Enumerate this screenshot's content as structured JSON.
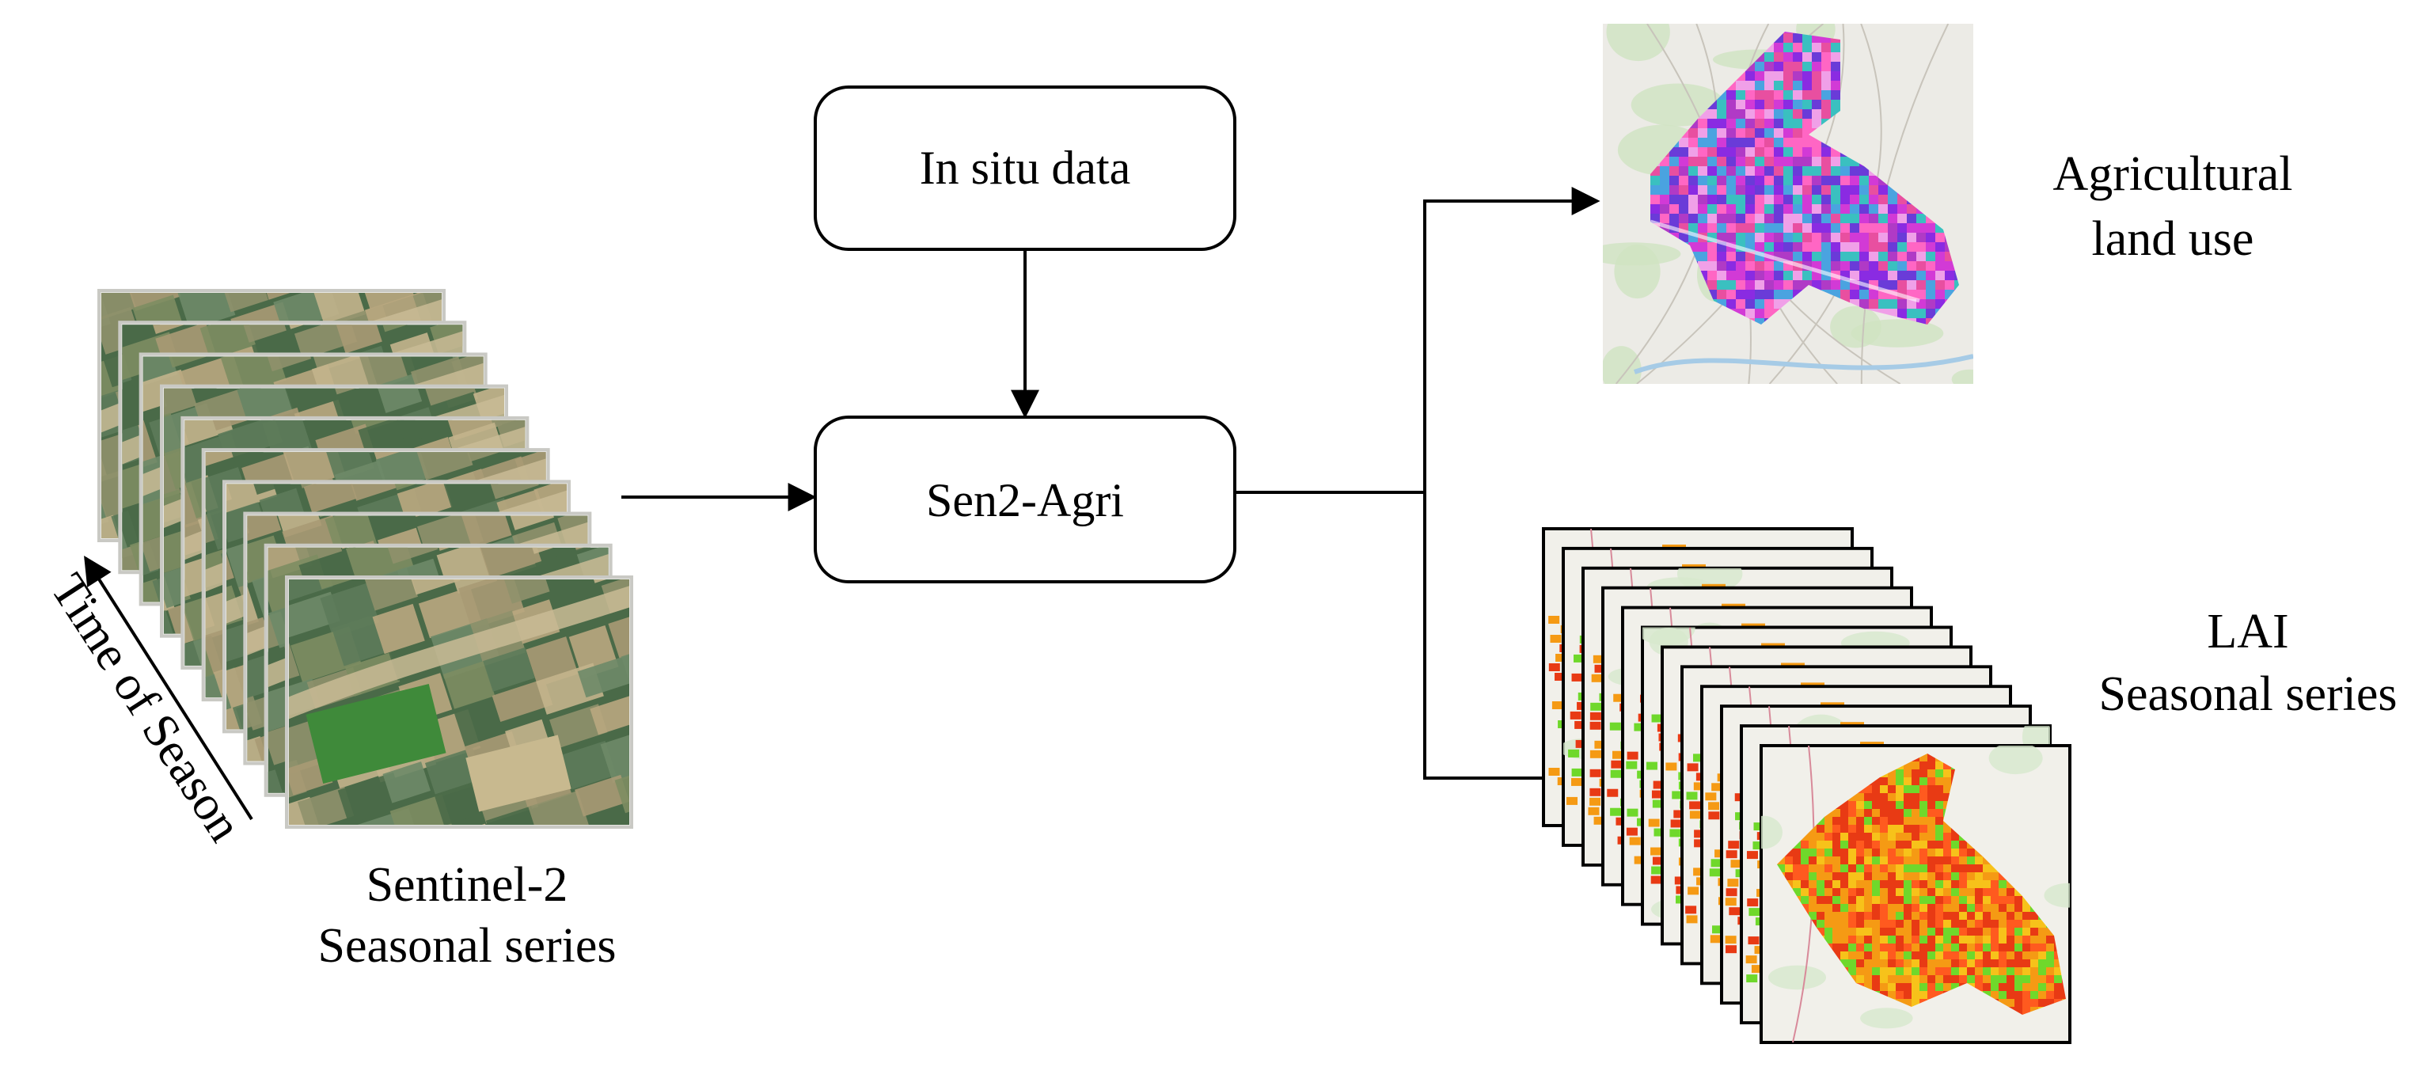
{
  "nodes": {
    "in_situ": "In situ data",
    "sen2agri": "Sen2-Agri"
  },
  "captions": {
    "sentinel_line1": "Sentinel-2",
    "sentinel_line2": "Seasonal series",
    "time_axis": "Time of Season",
    "landuse_line1": "Agricultural",
    "landuse_line2": "land use",
    "lai_line1": "LAI",
    "lai_line2": "Seasonal series"
  },
  "colors": {
    "stroke": "#000000",
    "satellite_dark": "#4a6a48",
    "satellite_light": "#b9a77f",
    "satellite_green": "#3f8a3a",
    "map_base": "#ecebe6",
    "landuse_magenta": "#d23ad6",
    "landuse_purple": "#6a3bd8",
    "lai_red": "#e83a14",
    "lai_orange": "#f59a14",
    "lai_green": "#6fd82b"
  },
  "stacks": {
    "sentinel_frames": 10,
    "lai_frames": 12
  }
}
